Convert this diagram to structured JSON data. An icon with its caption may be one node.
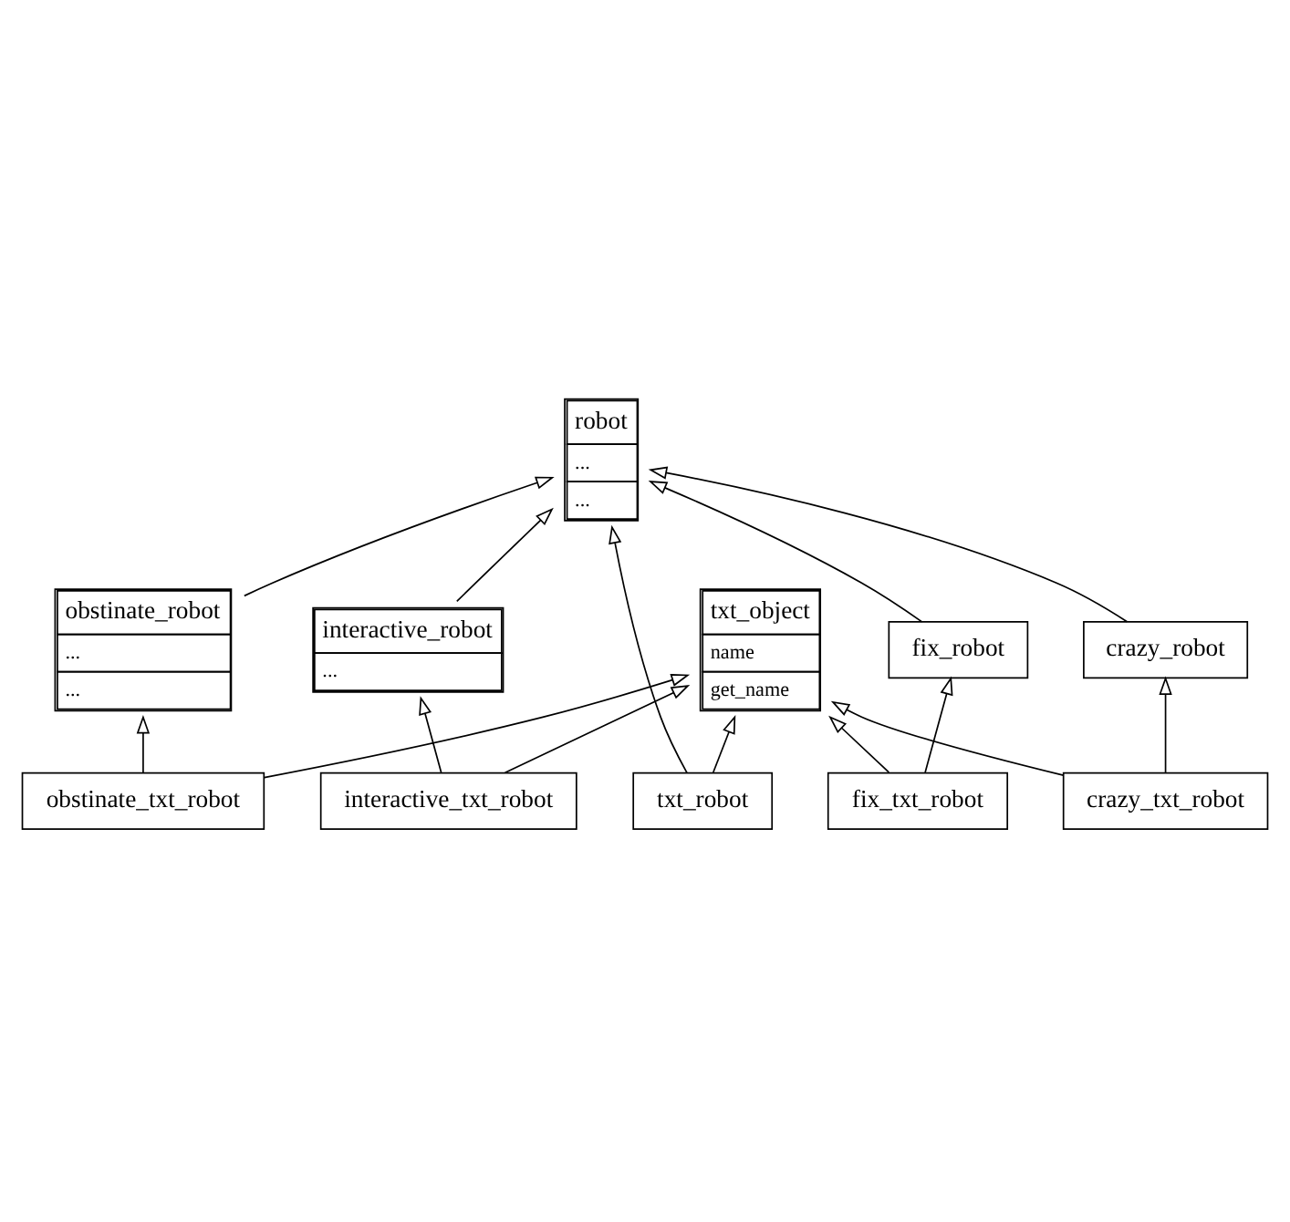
{
  "diagram": {
    "nodes": [
      {
        "text": [
          "robot",
          "...",
          "..."
        ]
      },
      {
        "text": [
          "txt_object",
          "name",
          "get_name"
        ]
      },
      {
        "text": [
          "txt_robot"
        ]
      },
      {
        "text": [
          "fix_robot"
        ]
      },
      {
        "text": [
          "fix_txt_robot"
        ]
      },
      {
        "text": [
          "crazy_robot"
        ]
      },
      {
        "text": [
          "crazy_txt_robot"
        ]
      },
      {
        "text": [
          "obstinate_robot",
          "...",
          "..."
        ]
      },
      {
        "text": [
          "obstinate_txt_robot"
        ]
      },
      {
        "text": [
          "interactive_robot",
          "..."
        ]
      },
      {
        "text": [
          "interactive_txt_robot"
        ]
      }
    ],
    "edges": [
      {
        "from": 2,
        "to": 0,
        "arrow": "to"
      },
      {
        "from": 2,
        "to": 1,
        "arrow": "to"
      },
      {
        "from": 3,
        "to": 0,
        "arrow": "to"
      },
      {
        "from": 4,
        "to": 1,
        "arrow": "to"
      },
      {
        "from": 4,
        "to": 3,
        "arrow": "to"
      },
      {
        "from": 5,
        "to": 0,
        "arrow": "to"
      },
      {
        "from": 6,
        "to": 5,
        "arrow": "to"
      },
      {
        "from": 6,
        "to": 1,
        "arrow": "to"
      },
      {
        "from": 7,
        "to": 0,
        "arrow": "to"
      },
      {
        "from": 8,
        "to": 7,
        "arrow": "to"
      },
      {
        "from": 8,
        "to": 1,
        "arrow": "to"
      },
      {
        "from": 9,
        "to": 0,
        "arrow": "to"
      },
      {
        "from": 10,
        "to": 9,
        "arrow": "to"
      },
      {
        "from": 10,
        "to": 1,
        "arrow": "to"
      }
    ]
  }
}
